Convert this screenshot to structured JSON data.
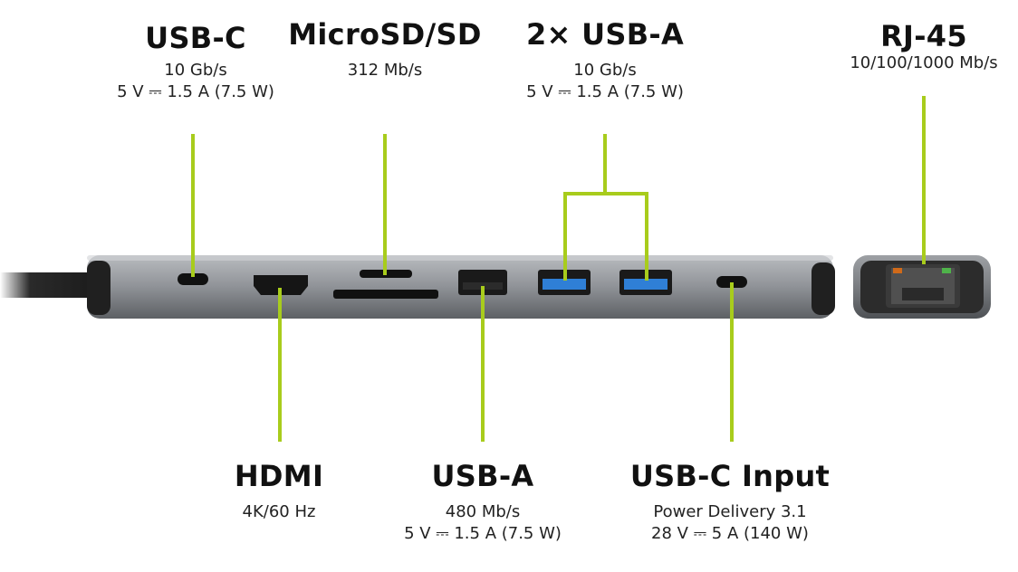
{
  "ports_top": [
    {
      "id": "usbc",
      "title": "USB-C",
      "lines": [
        "10 Gb/s",
        "5 V ⎓ 1.5 A (7.5 W)"
      ]
    },
    {
      "id": "sd",
      "title": "MicroSD/SD",
      "lines": [
        "312 Mb/s"
      ]
    },
    {
      "id": "usba2",
      "title": "2× USB-A",
      "lines": [
        "10 Gb/s",
        "5 V ⎓ 1.5 A (7.5 W)"
      ]
    },
    {
      "id": "rj45",
      "title": "RJ-45",
      "lines": [
        "10/100/1000 Mb/s"
      ]
    }
  ],
  "ports_bottom": [
    {
      "id": "hdmi",
      "title": "HDMI",
      "lines": [
        "4K/60 Hz"
      ]
    },
    {
      "id": "usba",
      "title": "USB-A",
      "lines": [
        "480 Mb/s",
        "5 V ⎓ 1.5 A (7.5 W)"
      ]
    },
    {
      "id": "usbcin",
      "title": "USB-C Input",
      "lines": [
        "Power Delivery 3.1",
        "28 V ⎓ 5 A (140 W)"
      ]
    }
  ],
  "colors": {
    "accent": "#a8cc1c",
    "body": "#8e9196",
    "usb_blue": "#2f7fd6"
  }
}
